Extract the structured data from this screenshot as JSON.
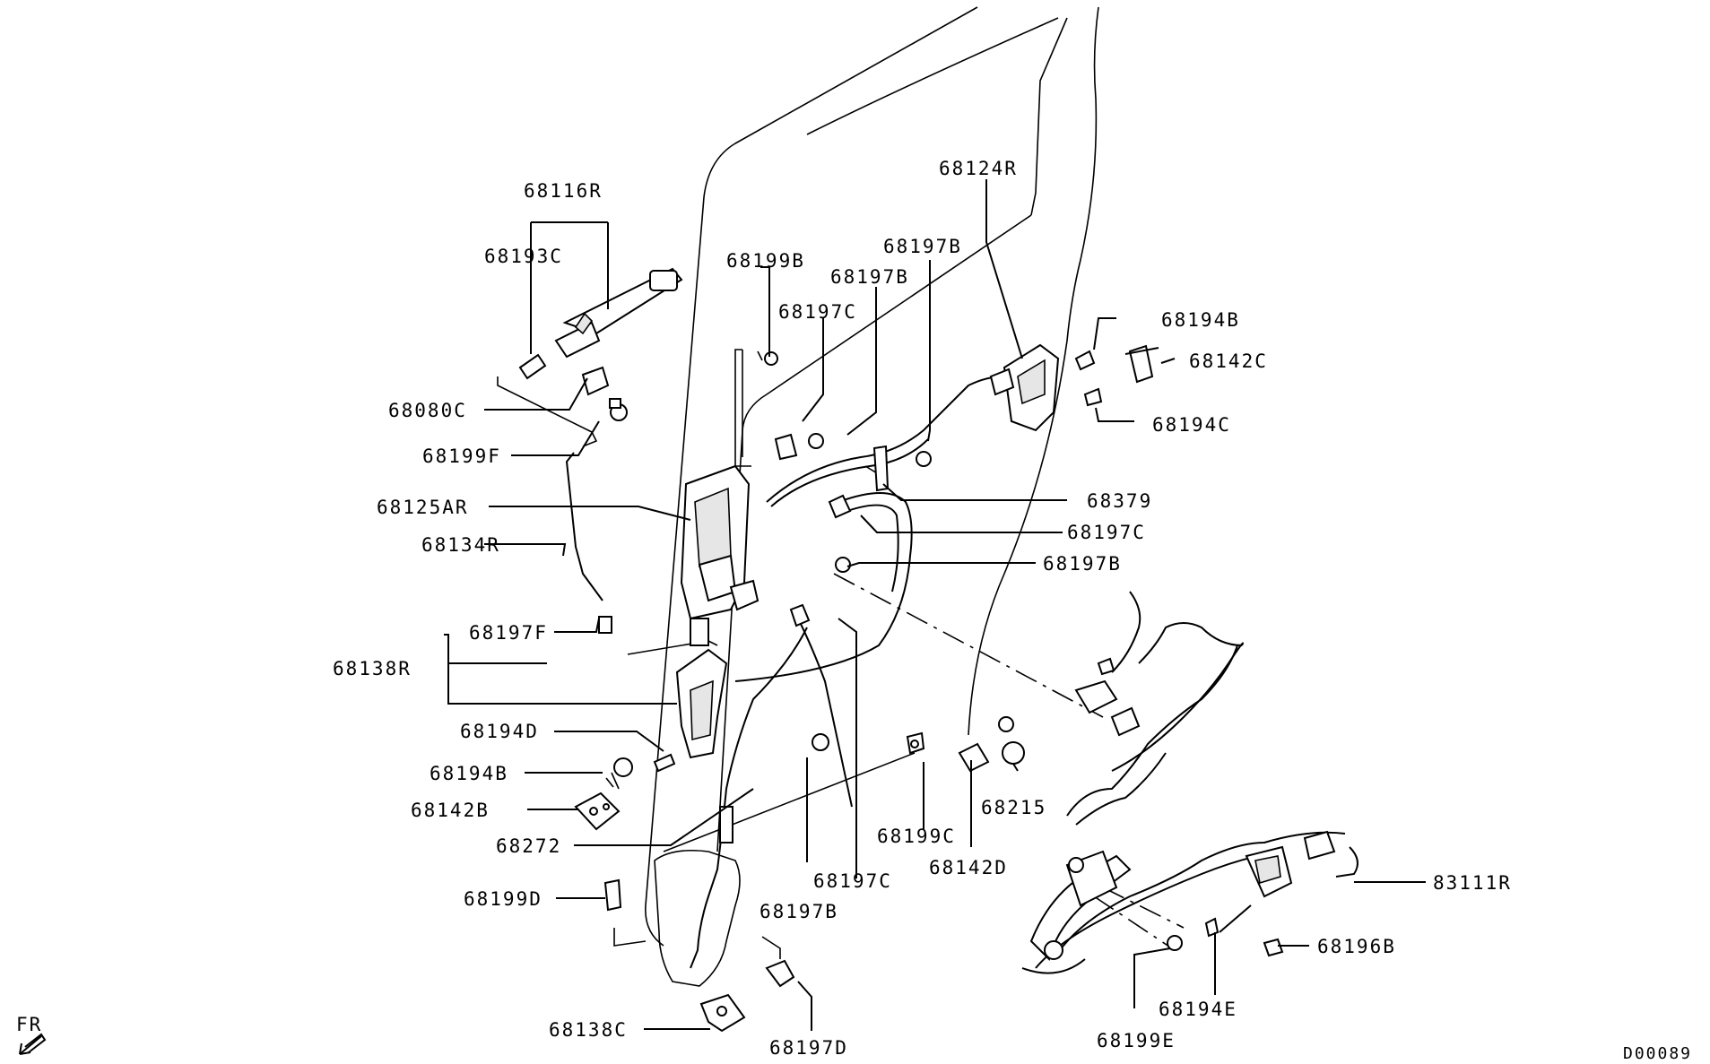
{
  "labels": {
    "p68116R": "68116R",
    "p68193C": "68193C",
    "p68080C": "68080C",
    "p68199F": "68199F",
    "p68125AR": "68125AR",
    "p68134R": "68134R",
    "p68197F": "68197F",
    "p68138R": "68138R",
    "p68194D": "68194D",
    "p68194B_left": "68194B",
    "p68142B": "68142B",
    "p68272": "68272",
    "p68199D": "68199D",
    "p68138C": "68138C",
    "p68197D": "68197D",
    "p68197B_bottom": "68197B",
    "p68197C_bottom": "68197C",
    "p68199C": "68199C",
    "p68142D": "68142D",
    "p68215": "68215",
    "p68199B": "68199B",
    "p68197B_top1": "68197B",
    "p68197B_top2": "68197B",
    "p68197C_top": "68197C",
    "p68124R": "68124R",
    "p68194B_right": "68194B",
    "p68142C": "68142C",
    "p68194C": "68194C",
    "p68379": "68379",
    "p68197C_right": "68197C",
    "p68197B_right": "68197B",
    "p83111R": "83111R",
    "p68196B": "68196B",
    "p68194E": "68194E",
    "p68199E": "68199E",
    "fr": "FR",
    "diagram_id": "D00089"
  }
}
